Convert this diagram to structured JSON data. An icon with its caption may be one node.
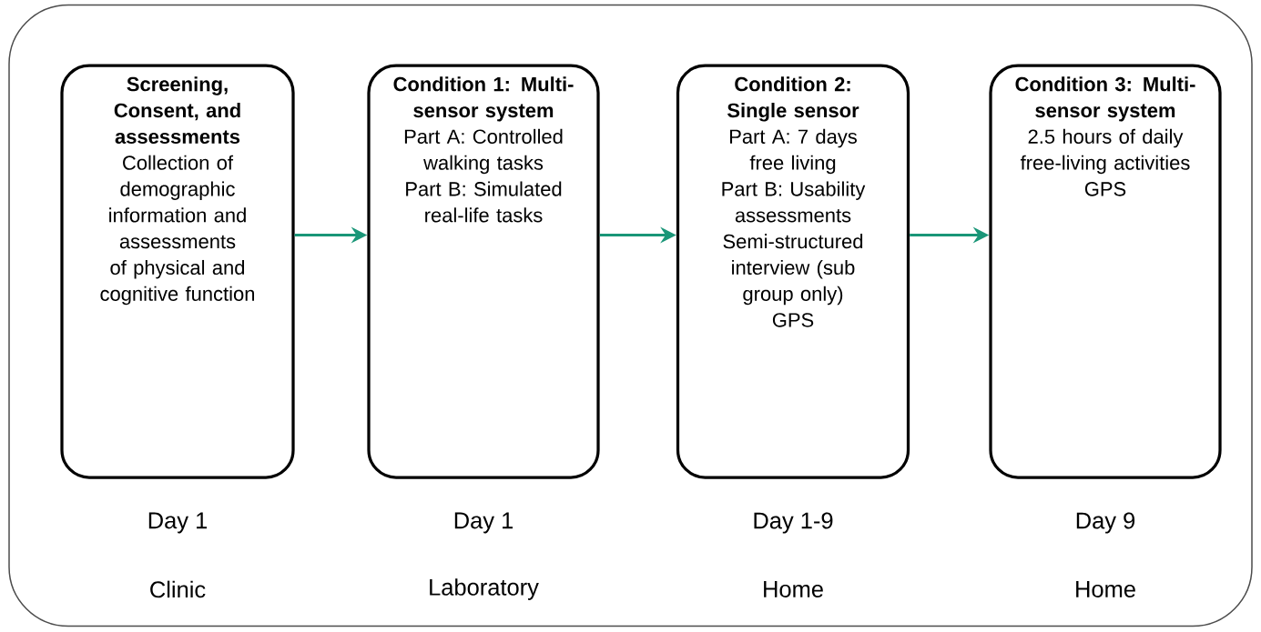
{
  "diagram": {
    "nodes": [
      {
        "text": [],
        "shape": "box"
      },
      {
        "text": [
          "Screening, Consent, and assessments",
          "Collection of demographic information and assessments of physical and cognitive function"
        ],
        "in": 0,
        "beside": [
          "Day 1",
          "Clinic"
        ]
      },
      {
        "text": [
          "Condition 1: Multi-sensor system",
          "Part A: Controlled walking tasks",
          "Part B: Simulated real-life tasks"
        ],
        "in": 0,
        "beside": [
          "Day 1",
          "Laboratory"
        ]
      },
      {
        "text": [
          "Condition 2: Single sensor",
          "Part A: 7 days free living",
          "Part B: Usability assessments",
          "Semi-structured interview (sub group only)",
          "GPS"
        ],
        "in": 0,
        "beside": [
          "Day 1-9",
          "Home"
        ]
      },
      {
        "text": [
          "Condition 3: Multi-sensor system",
          "2.5 hours of daily free-living activities",
          "GPS"
        ],
        "in": 0,
        "beside": [
          "Day 9",
          "Home"
        ]
      }
    ],
    "edges": [
      {
        "from": 1,
        "to": 2,
        "arrow": "to"
      },
      {
        "from": 2,
        "to": 3,
        "arrow": "to"
      },
      {
        "from": 3,
        "to": 4,
        "arrow": "to"
      }
    ]
  }
}
